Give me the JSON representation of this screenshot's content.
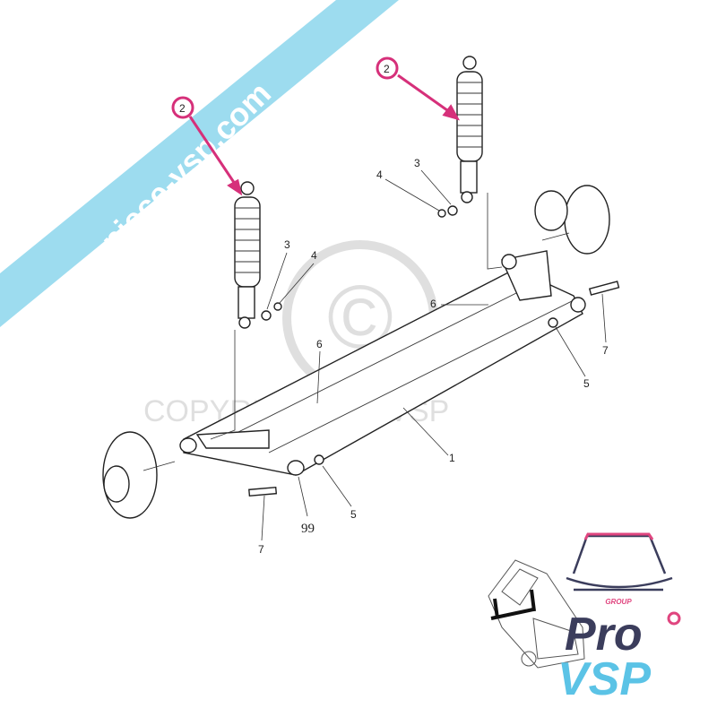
{
  "banner": {
    "text": "pro-piece-vsp.com",
    "color": "#9ddcef"
  },
  "watermark": {
    "symbol": "©",
    "text": "COPYRIGHT Pro VSP"
  },
  "callouts": {
    "shock_right": "2",
    "shock_left": "2",
    "washer_right": "3",
    "nut_right": "4",
    "washer_left": "3",
    "nut_left": "4",
    "grease_right": "6",
    "grease_left": "6",
    "bolt_right": "7",
    "nut5_right": "5",
    "axle_beam": "1",
    "nut5_left": "5",
    "bushing": "99",
    "bolt_left": "7"
  },
  "highlight_color": "#d6307a",
  "logo": {
    "group": "GROUP",
    "pro": "Pro",
    "vsp": "VSP",
    "pro_color": "#3b3d5c",
    "vsp_color": "#5bc3e6",
    "accent": "#e0457f"
  }
}
